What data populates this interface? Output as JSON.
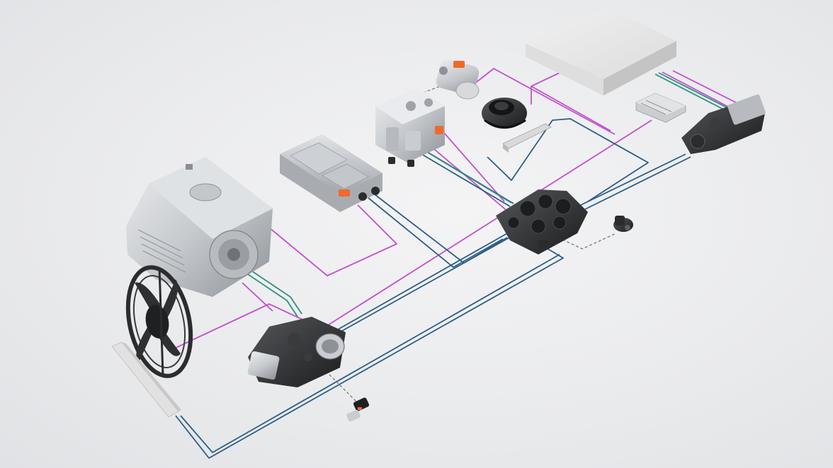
{
  "diagram": {
    "colors": {
      "background": "#ebecee",
      "coolant_line_magenta": "#c34fd0",
      "coolant_line_blue": "#2d5d86",
      "coolant_line_green": "#2f8f82",
      "signal_line_dashed": "#777777",
      "connector_orange": "#ee6a2a",
      "aluminium_component": "#c9ccd0",
      "black_component": "#2a2b2d",
      "white_box": "#e6e6e6"
    },
    "components": [
      {
        "id": "electric-drive-unit",
        "icon": "electric-motor-icon"
      },
      {
        "id": "radiator-fan",
        "icon": "fan-icon"
      },
      {
        "id": "radiator",
        "icon": "radiator-icon"
      },
      {
        "id": "power-electronics-module",
        "icon": "inverter-icon"
      },
      {
        "id": "electric-compressor",
        "icon": "compressor-icon"
      },
      {
        "id": "pump-valve-module",
        "icon": "pump-icon"
      },
      {
        "id": "refrigerant-compressor",
        "icon": "compressor-icon"
      },
      {
        "id": "hvac-blower",
        "icon": "blower-icon"
      },
      {
        "id": "cabin-heat-exchanger",
        "icon": "heat-exchanger-icon"
      },
      {
        "id": "battery-pack",
        "icon": "battery-icon"
      },
      {
        "id": "control-unit",
        "icon": "ecu-icon"
      },
      {
        "id": "battery-chiller",
        "icon": "chiller-icon"
      },
      {
        "id": "coolant-valve-manifold",
        "icon": "valve-icon"
      },
      {
        "id": "auxiliary-water-pump",
        "icon": "water-pump-icon"
      },
      {
        "id": "thermal-pump-module",
        "icon": "pump-icon"
      },
      {
        "id": "expansion-valve",
        "icon": "valve-icon"
      }
    ]
  }
}
